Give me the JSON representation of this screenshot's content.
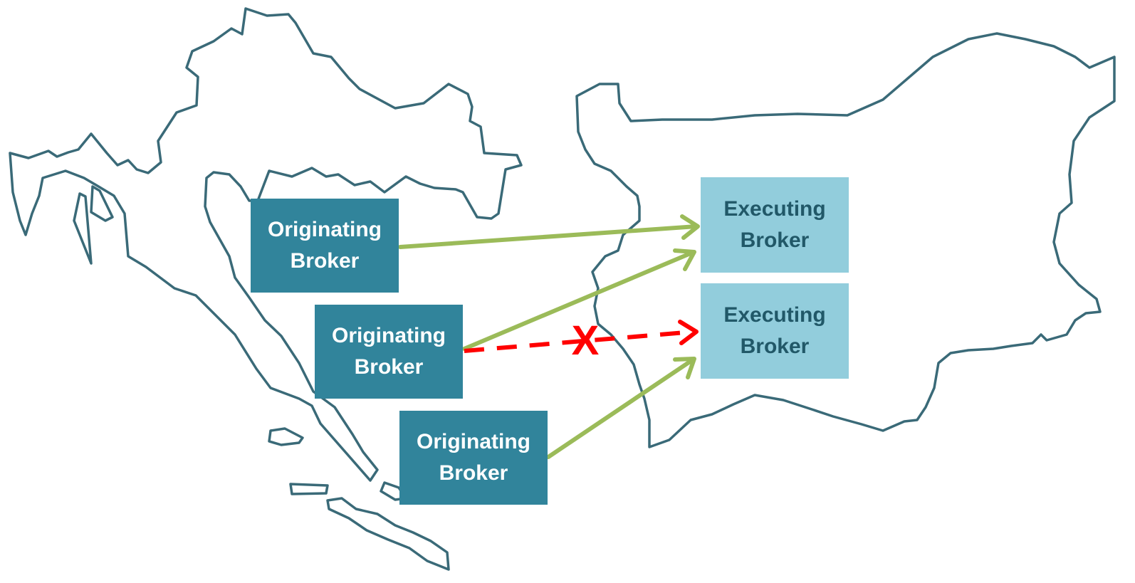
{
  "colors": {
    "map_outline": "#3a6a78",
    "originating_fill": "#31849b",
    "originating_text": "#ffffff",
    "executing_fill": "#92cddc",
    "executing_text": "#215868",
    "allowed_arrow": "#9bbb59",
    "blocked_arrow": "#ff0000"
  },
  "originating_brokers": [
    {
      "line1": "Originating",
      "line2": "Broker"
    },
    {
      "line1": "Originating",
      "line2": "Broker"
    },
    {
      "line1": "Originating",
      "line2": "Broker"
    }
  ],
  "executing_brokers": [
    {
      "line1": "Executing",
      "line2": "Broker"
    },
    {
      "line1": "Executing",
      "line2": "Broker"
    }
  ],
  "connections": [
    {
      "from": "originating-1",
      "to": "executing-1",
      "status": "allowed"
    },
    {
      "from": "originating-2",
      "to": "executing-1",
      "status": "allowed"
    },
    {
      "from": "originating-2",
      "to": "executing-2",
      "status": "blocked"
    },
    {
      "from": "originating-3",
      "to": "executing-2",
      "status": "allowed"
    }
  ],
  "blocked_marker": "X"
}
